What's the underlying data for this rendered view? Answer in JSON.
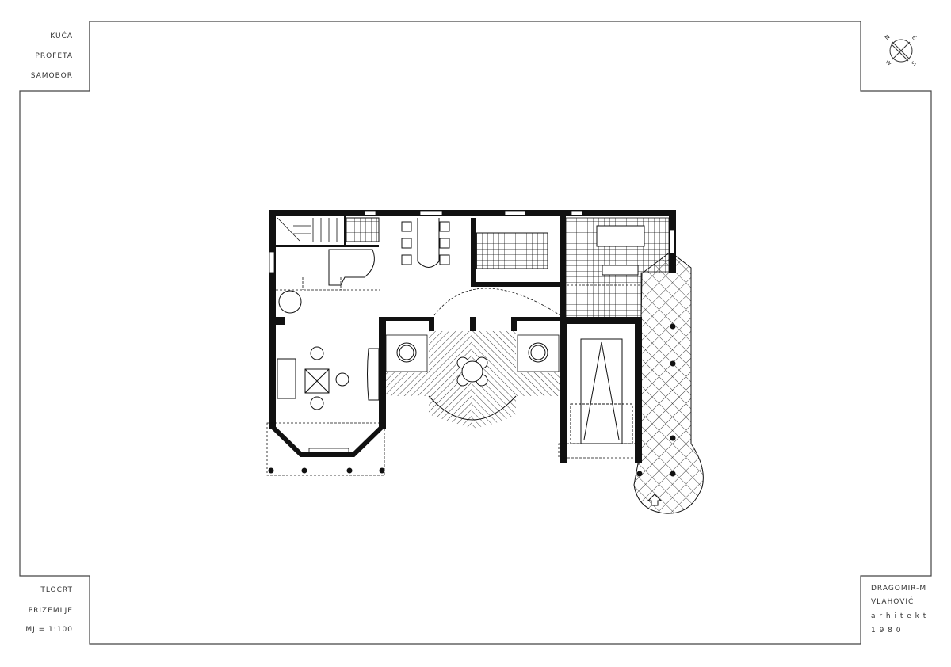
{
  "title_block_top_left": {
    "line1": "KUĆA",
    "line2": "PROFETA",
    "line3": "SAMOBOR"
  },
  "title_block_bottom_left": {
    "line1": "TLOCRT",
    "line2": "PRIZEMLJE",
    "scale": "MJ = 1:100"
  },
  "title_block_bottom_right": {
    "line1": "DRAGOMIR-M",
    "line2": "VLAHOVIĆ",
    "line3": "a r h i t e k t",
    "year": "1  9  8  0"
  },
  "compass": {
    "n": "N",
    "e": "E",
    "s": "S",
    "w": "W"
  },
  "colors": {
    "ink": "#111111",
    "paper": "#ffffff"
  }
}
